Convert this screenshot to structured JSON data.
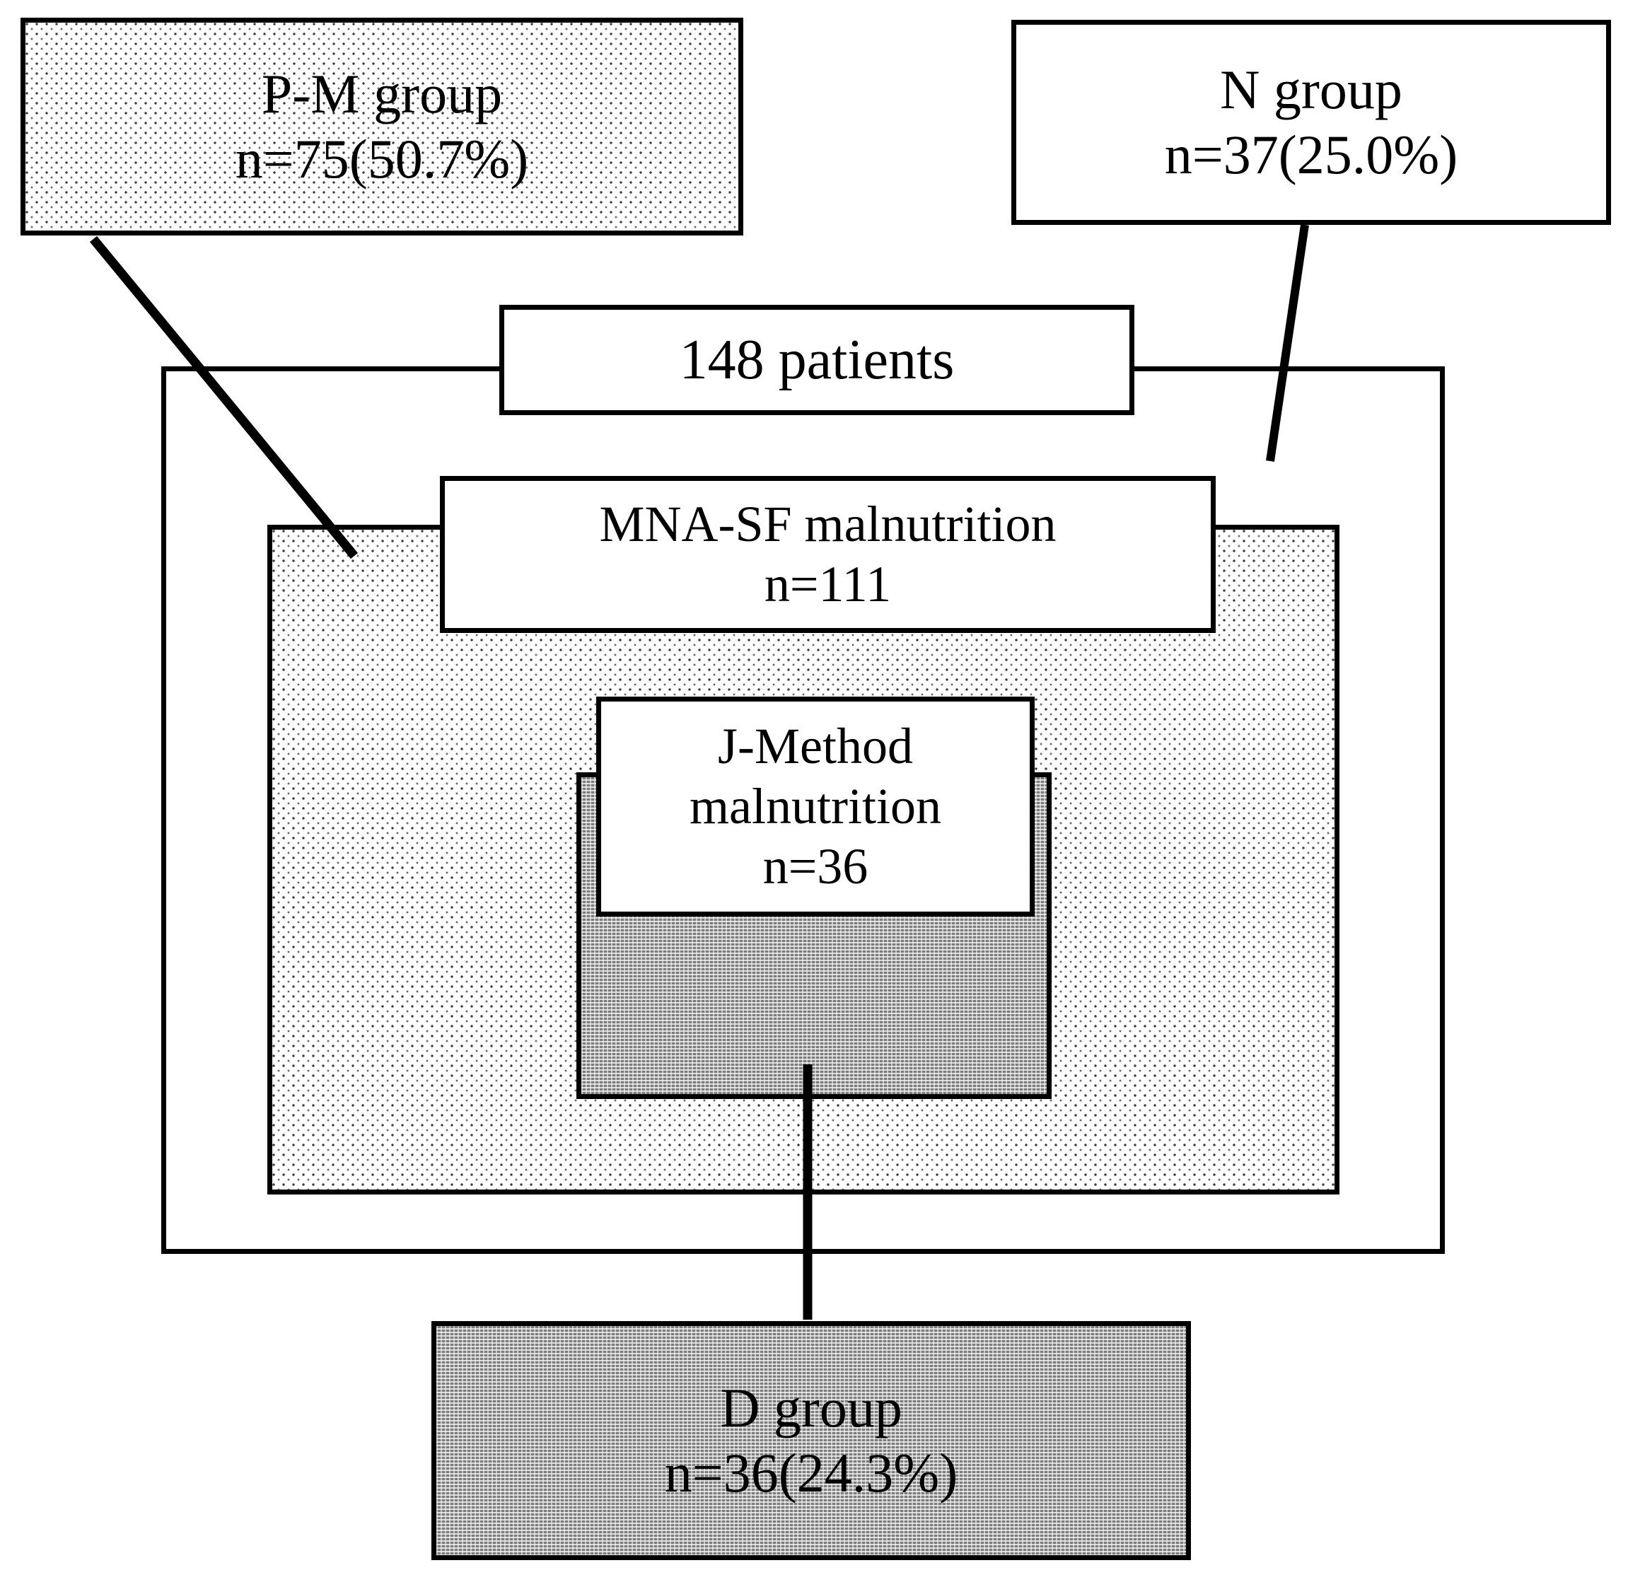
{
  "diagram": {
    "title_implicit": "Patient nutritional-status grouping Venn/flow diagram",
    "boxes": {
      "pm_group": {
        "line1": "P-M group",
        "line2": "n=75(50.7%)",
        "fill": "light-stipple",
        "fill_color": "#ffffff",
        "dot_color": "#3a3a3a"
      },
      "n_group": {
        "line1": "N group",
        "line2": "n=37(25.0%)",
        "fill": "white",
        "fill_color": "#ffffff"
      },
      "total": {
        "line1": "148 patients",
        "fill": "white",
        "fill_color": "#ffffff"
      },
      "mna_sf": {
        "line1": "MNA-SF malnutrition",
        "line2": "n=111",
        "fill": "white",
        "fill_color": "#ffffff"
      },
      "j_method": {
        "line1": "J-Method",
        "line2": "malnutrition",
        "line3": "n=36",
        "fill": "white",
        "fill_color": "#ffffff"
      },
      "d_group": {
        "line1": "D group",
        "line2": "n=36(24.3%)",
        "fill": "dark-halftone",
        "fill_color": "#7d7d7d"
      }
    },
    "regions": {
      "all_patients_region": {
        "label_ref": "total",
        "fill": "none"
      },
      "mna_sf_region": {
        "label_ref": "mna_sf",
        "fill": "light-stipple",
        "fill_color": "#ffffff"
      },
      "j_method_region": {
        "label_ref": "j_method",
        "fill": "dark-halftone",
        "fill_color": "#7d7d7d"
      }
    },
    "connectors": [
      {
        "name": "pm-group-leader",
        "from": "pm_group",
        "to": "mna_sf_region"
      },
      {
        "name": "n-group-leader",
        "from": "n_group",
        "to": "all_patients_region"
      },
      {
        "name": "d-group-leader",
        "from": "j_method_region",
        "to": "d_group"
      }
    ],
    "counts": {
      "total_patients": 148,
      "mna_sf_malnutrition": 111,
      "j_method_malnutrition": 36,
      "pm_group_n": 75,
      "pm_group_pct": "50.7%",
      "n_group_n": 37,
      "n_group_pct": "25.0%",
      "d_group_n": 36,
      "d_group_pct": "24.3%"
    }
  }
}
